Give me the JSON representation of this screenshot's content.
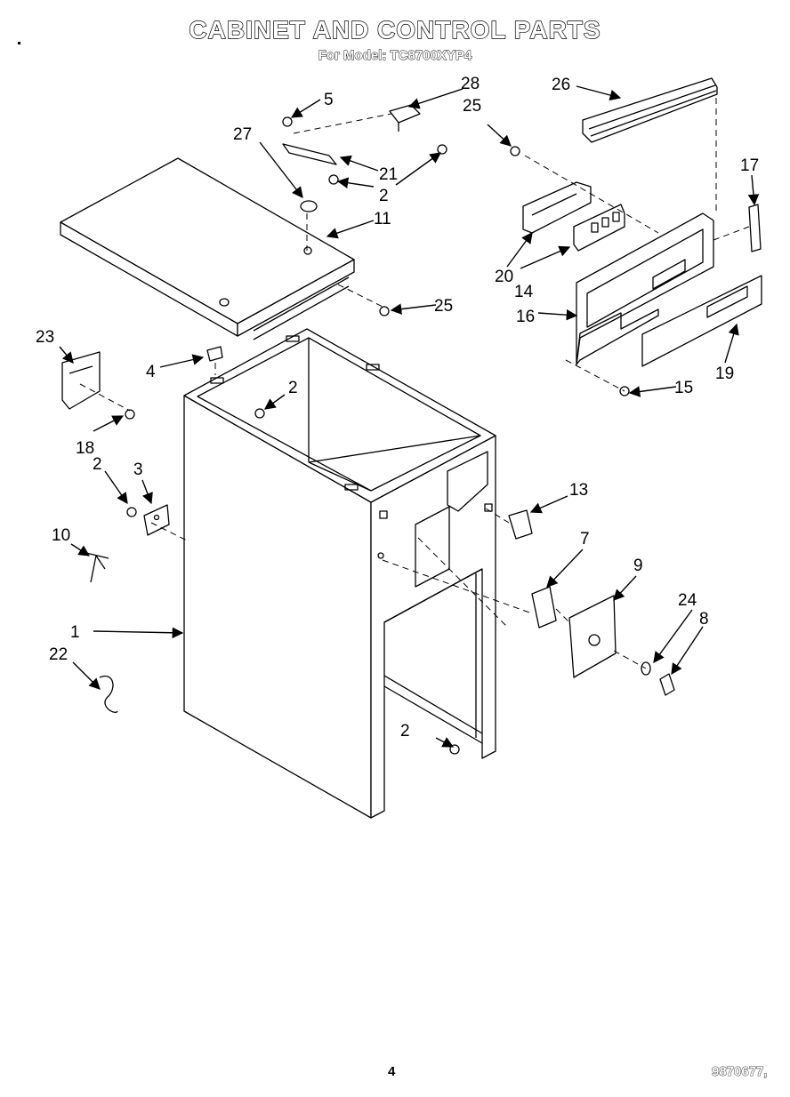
{
  "header": {
    "title": "CABINET AND CONTROL PARTS",
    "subtitle": "For Model: TC8700XYP4"
  },
  "footer": {
    "page_number": "4",
    "document_number": "9870677,"
  },
  "parts": [
    {
      "id": "p1",
      "label": "1"
    },
    {
      "id": "p2a",
      "label": "2"
    },
    {
      "id": "p2b",
      "label": "2"
    },
    {
      "id": "p2c",
      "label": "2"
    },
    {
      "id": "p2d",
      "label": "2"
    },
    {
      "id": "p3",
      "label": "3"
    },
    {
      "id": "p4",
      "label": "4"
    },
    {
      "id": "p5",
      "label": "5"
    },
    {
      "id": "p7",
      "label": "7"
    },
    {
      "id": "p8",
      "label": "8"
    },
    {
      "id": "p9",
      "label": "9"
    },
    {
      "id": "p10",
      "label": "10"
    },
    {
      "id": "p11",
      "label": "11"
    },
    {
      "id": "p13",
      "label": "13"
    },
    {
      "id": "p14",
      "label": "14"
    },
    {
      "id": "p15",
      "label": "15"
    },
    {
      "id": "p16",
      "label": "16"
    },
    {
      "id": "p17",
      "label": "17"
    },
    {
      "id": "p18",
      "label": "18"
    },
    {
      "id": "p19",
      "label": "19"
    },
    {
      "id": "p20",
      "label": "20"
    },
    {
      "id": "p21",
      "label": "21"
    },
    {
      "id": "p22",
      "label": "22"
    },
    {
      "id": "p23",
      "label": "23"
    },
    {
      "id": "p24",
      "label": "24"
    },
    {
      "id": "p25a",
      "label": "25"
    },
    {
      "id": "p25b",
      "label": "25"
    },
    {
      "id": "p26",
      "label": "26"
    },
    {
      "id": "p27",
      "label": "27"
    },
    {
      "id": "p28",
      "label": "28"
    }
  ]
}
